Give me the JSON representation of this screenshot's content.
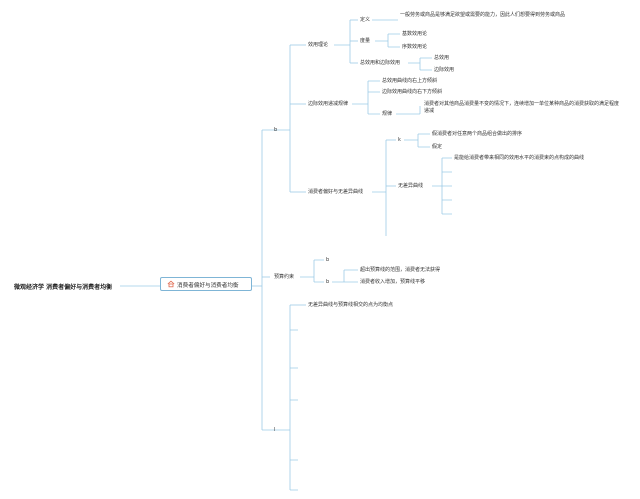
{
  "root": {
    "title": "微观经济学 消费者偏好与消费者均衡"
  },
  "center": {
    "label": "消费者偏好与消费者均衡",
    "icon": "home-icon"
  },
  "branches": {
    "b": "b",
    "budget": "预算约束",
    "l": "l"
  },
  "utility": {
    "title": "效用理论",
    "definition_label": "定义",
    "definition_text": "一般劳务或商品是够满足欲望或需要的能力，因此人们想要得到劳务或商品",
    "measure_label": "度量",
    "cardinal": "基数效用论",
    "ordinal": "序数效用论",
    "total_marginal": "总效用和边际效用",
    "total": "总效用",
    "marginal": "边际效用"
  },
  "diminishing": {
    "title": "边际效用递减规律",
    "item1": "总效用曲线向右上方倾斜",
    "item2": "边际效用曲线向右下方倾斜",
    "law_label": "规律",
    "law_text": "消费者对其他商品消费量不变的情况下，连续增加一单位某种商品的消费获取的满足程度递减"
  },
  "preference": {
    "title": "消费者偏好与无差异曲线",
    "k": "k",
    "rank": "假消费者对任意两个商品组合做出的排序",
    "assume": "假定",
    "curve_label": "无差异曲线",
    "curve_text": "是能给消费者带来相同的效用水平的消费束的点构成的曲线"
  },
  "budget_items": {
    "b1": "b",
    "b2": "b",
    "over": "超出预算线的范围，消费者无法获得",
    "income": "消费者收入增加，预算线平移"
  },
  "equilibrium": {
    "text": "无差异曲线与预算线相交的点为均衡点"
  },
  "colors": {
    "line": "#9dcbe6",
    "border": "#7fb5d6",
    "icon": "#e06a50"
  }
}
